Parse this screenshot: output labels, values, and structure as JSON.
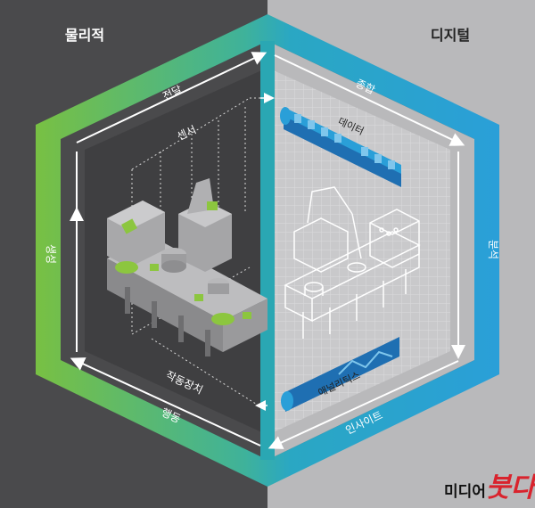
{
  "sections": {
    "physical": "물리적",
    "digital": "디지털"
  },
  "cycle": {
    "transmit": "전달",
    "integrate": "종합",
    "analyze": "분석",
    "insight": "인사이트",
    "act": "행동",
    "create": "생성"
  },
  "physical_panel": {
    "sensor": "센서",
    "actuator": "작동장치"
  },
  "digital_panel": {
    "data": "데이터",
    "analytics": "애널리틱스"
  },
  "colors": {
    "physical_bg": "#4a4a4c",
    "digital_bg": "#b9b9bb",
    "green": "#6cc24a",
    "blue": "#2aa3d8",
    "teal": "#2aa7b3",
    "highlight": "#8cc63f"
  },
  "watermark": {
    "text": "미디어",
    "accent": "붓다"
  }
}
